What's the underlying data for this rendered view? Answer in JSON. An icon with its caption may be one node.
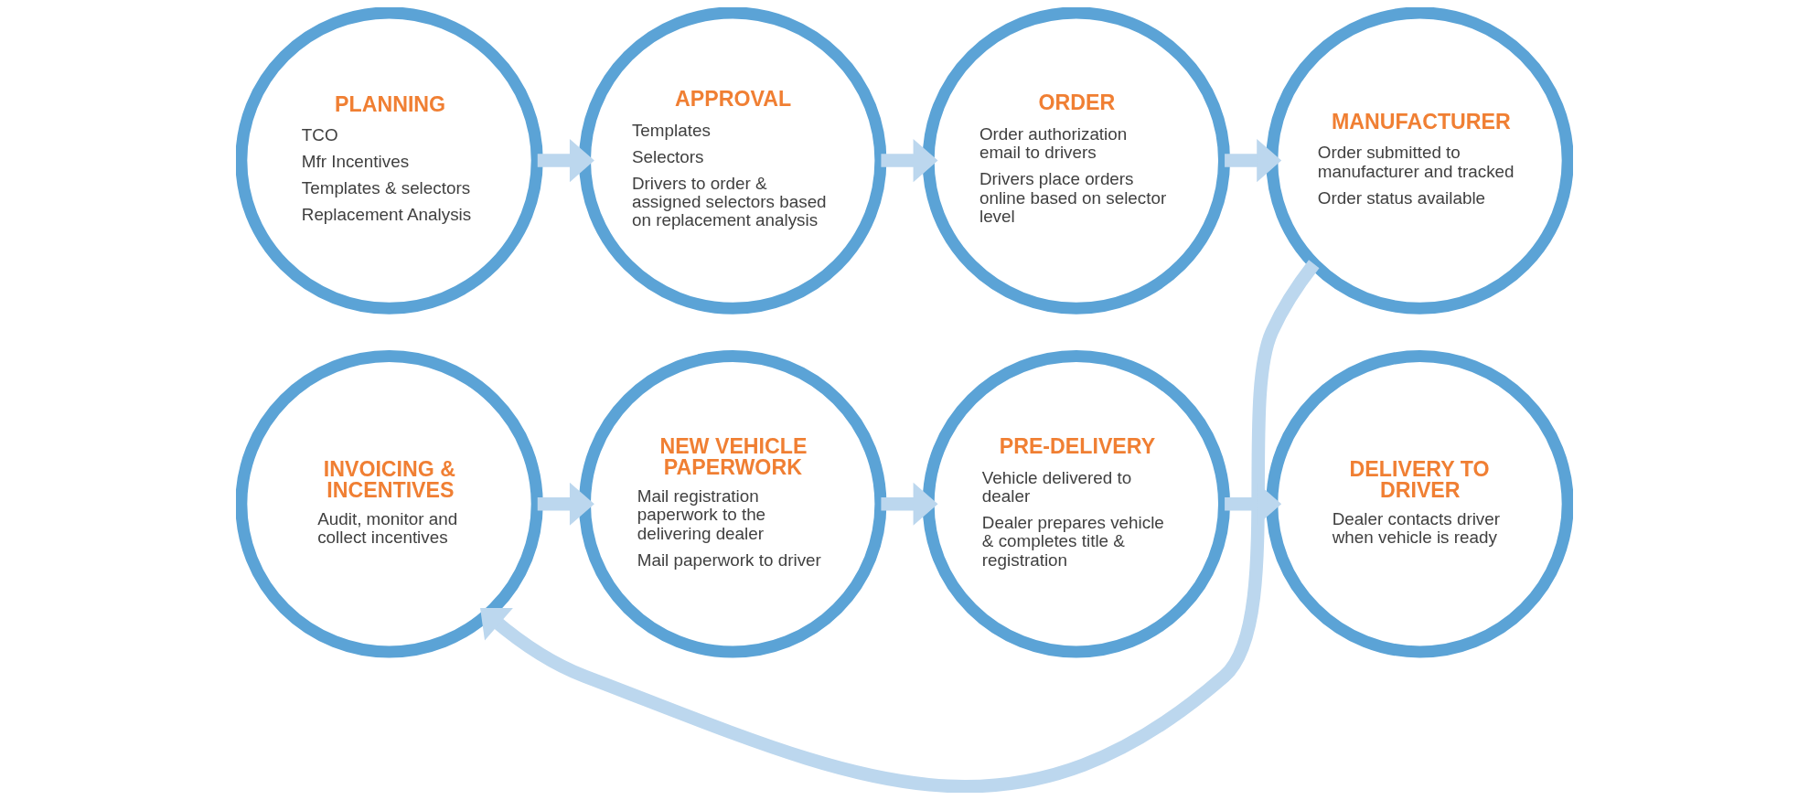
{
  "diagram": {
    "nodes": [
      {
        "text": [
          "PLANNING",
          "TCO",
          "Mfr Incentives",
          "Templates & selectors",
          "Replacement Analysis"
        ]
      },
      {
        "text": [
          "APPROVAL",
          "Templates",
          "Selectors",
          "Drivers to order & assigned selectors based on replacement analysis"
        ]
      },
      {
        "text": [
          "ORDER",
          "Order authorization email to drivers",
          "Drivers place orders online based on selector level"
        ]
      },
      {
        "text": [
          "MANUFACTURER",
          "Order submitted to manufacturer and tracked",
          "Order status available"
        ]
      },
      {
        "text": [
          "INVOICING & INCENTIVES",
          "Audit, monitor and collect incentives"
        ]
      },
      {
        "text": [
          "NEW VEHICLE PAPERWORK",
          "Mail registration paperwork to the delivering dealer",
          "Mail paperwork to driver"
        ]
      },
      {
        "text": [
          "PRE-DELIVERY",
          "Vehicle delivered to dealer",
          "Dealer prepares vehicle & completes title & registration"
        ]
      },
      {
        "text": [
          "DELIVERY TO DRIVER",
          "Dealer contacts driver when vehicle is ready"
        ]
      }
    ],
    "edges": [
      {
        "from": 0,
        "to": 1,
        "arrow": "to"
      },
      {
        "from": 1,
        "to": 2,
        "arrow": "to"
      },
      {
        "from": 2,
        "to": 3,
        "arrow": "to"
      },
      {
        "from": 3,
        "to": 4,
        "arrow": "to"
      },
      {
        "from": 4,
        "to": 5,
        "arrow": "to"
      },
      {
        "from": 5,
        "to": 6,
        "arrow": "to"
      },
      {
        "from": 6,
        "to": 7,
        "arrow": "to"
      }
    ]
  }
}
